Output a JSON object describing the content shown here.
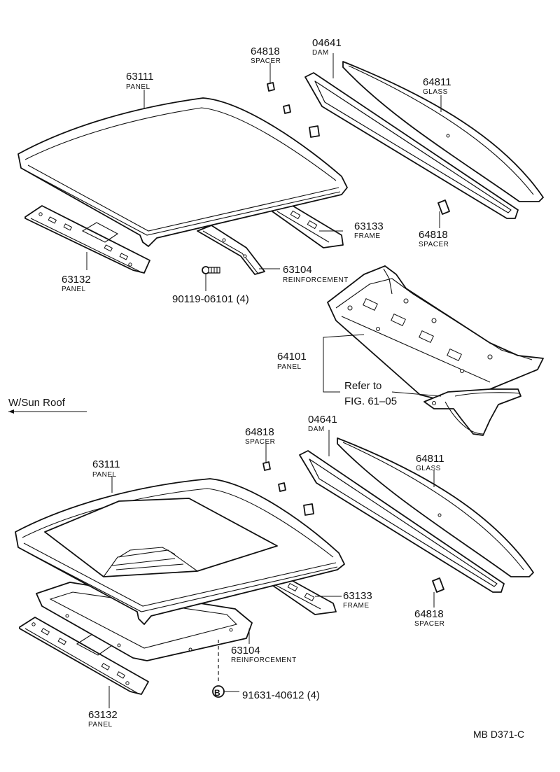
{
  "top_assembly": {
    "spacer_a": {
      "number": "64818",
      "name": "SPACER"
    },
    "dam": {
      "number": "04641",
      "name": "DAM"
    },
    "roof_panel": {
      "number": "63111",
      "name": "PANEL"
    },
    "glass": {
      "number": "64811",
      "name": "GLASS"
    },
    "frame": {
      "number": "63133",
      "name": "FRAME"
    },
    "spacer_b": {
      "number": "64818",
      "name": "SPACER"
    },
    "front_panel": {
      "number": "63132",
      "name": "PANEL"
    },
    "reinforcement": {
      "number": "63104",
      "name": "REINFORCEMENT"
    },
    "bolt": {
      "number": "90119-06101 (4)"
    }
  },
  "package_tray": {
    "number": "64101",
    "name": "PANEL",
    "refer_line1": "Refer to",
    "refer_line2": "FIG. 61–05"
  },
  "variant": {
    "label": "W/Sun Roof"
  },
  "sunroof_assembly": {
    "spacer_a": {
      "number": "64818",
      "name": "SPACER"
    },
    "dam": {
      "number": "04641",
      "name": "DAM"
    },
    "roof_panel": {
      "number": "63111",
      "name": "PANEL"
    },
    "glass": {
      "number": "64811",
      "name": "GLASS"
    },
    "frame": {
      "number": "63133",
      "name": "FRAME"
    },
    "spacer_b": {
      "number": "64818",
      "name": "SPACER"
    },
    "reinforcement": {
      "number": "63104",
      "name": "REINFORCEMENT"
    },
    "front_panel": {
      "number": "63132",
      "name": "PANEL"
    },
    "bolt": {
      "symbol": "B",
      "number": "91631-40612 (4)"
    }
  },
  "figure_code": "MB D371-C"
}
